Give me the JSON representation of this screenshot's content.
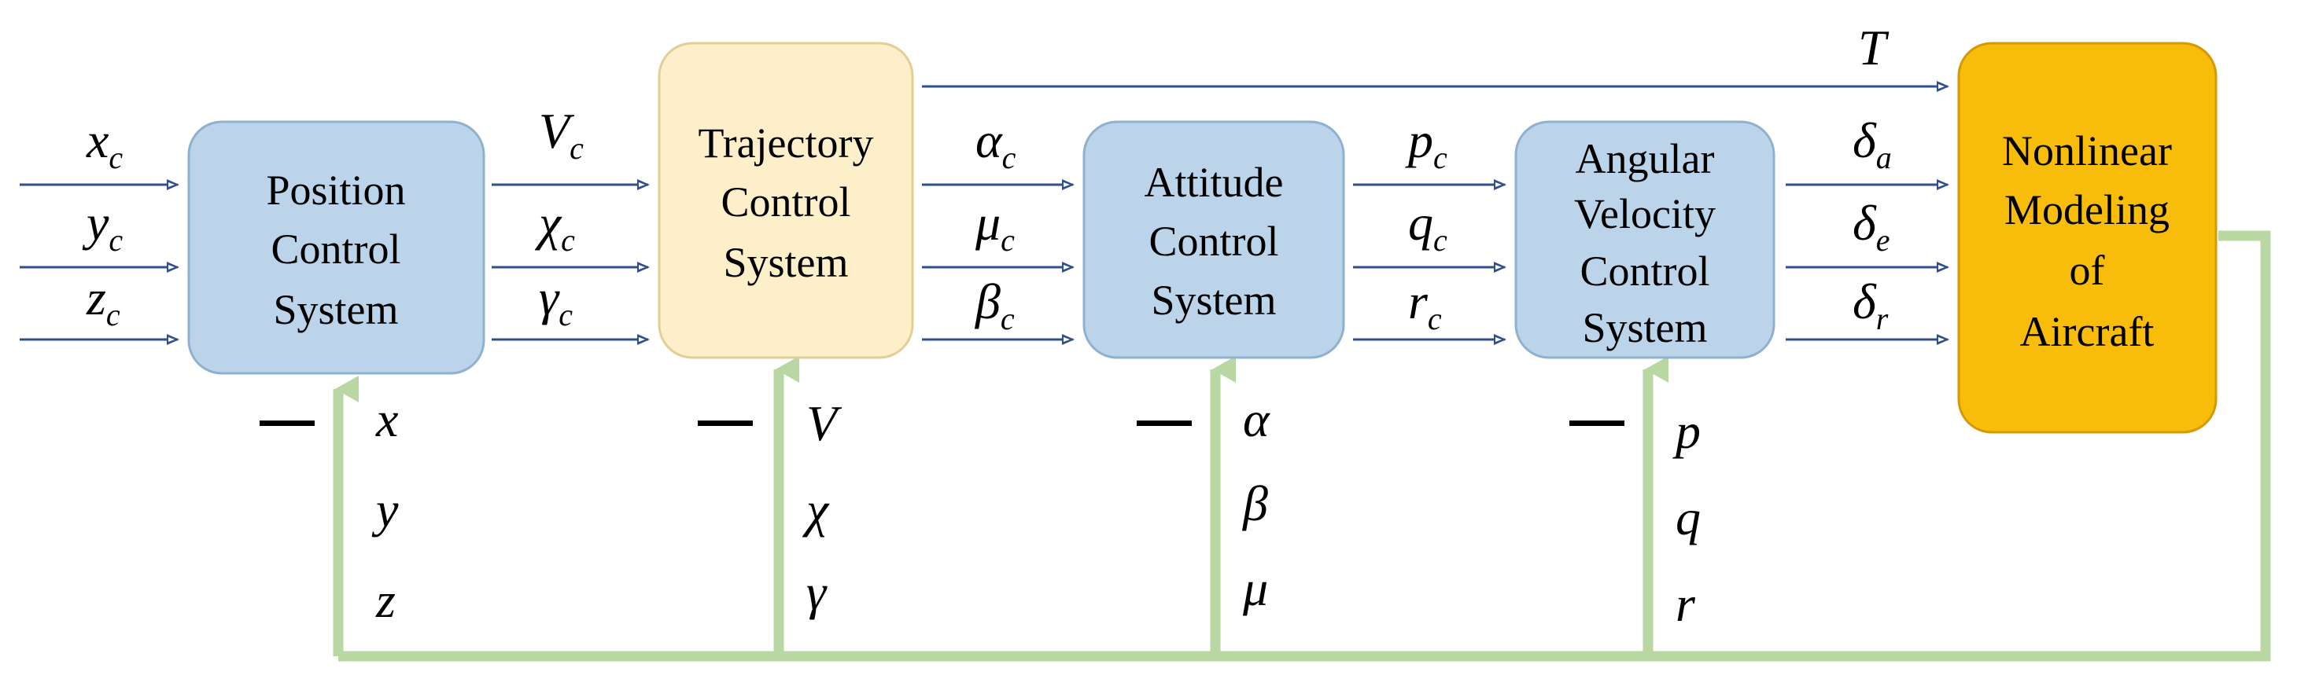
{
  "blocks": {
    "position": [
      "Position",
      "Control",
      "System"
    ],
    "trajectory": [
      "Trajectory",
      "Control",
      "System"
    ],
    "attitude": [
      "Attitude",
      "Control",
      "System"
    ],
    "angular": [
      "Angular",
      "Velocity",
      "Control",
      "System"
    ],
    "aircraft": [
      "Nonlinear",
      "Modeling",
      "of",
      "Aircraft"
    ]
  },
  "inputs": {
    "position": [
      {
        "sym": "x",
        "sub": "c"
      },
      {
        "sym": "y",
        "sub": "c"
      },
      {
        "sym": "z",
        "sub": "c"
      }
    ],
    "trajectory": [
      {
        "sym": "V",
        "sub": "c"
      },
      {
        "sym": "χ",
        "sub": "c"
      },
      {
        "sym": "γ",
        "sub": "c"
      }
    ],
    "attitude": [
      {
        "sym": "α",
        "sub": "c"
      },
      {
        "sym": "μ",
        "sub": "c"
      },
      {
        "sym": "β",
        "sub": "c"
      }
    ],
    "angular": [
      {
        "sym": "p",
        "sub": "c"
      },
      {
        "sym": "q",
        "sub": "c"
      },
      {
        "sym": "r",
        "sub": "c"
      }
    ],
    "aircraft": [
      {
        "sym": "δ",
        "sub": "a"
      },
      {
        "sym": "δ",
        "sub": "e"
      },
      {
        "sym": "δ",
        "sub": "r"
      }
    ]
  },
  "thrust": "T",
  "minus_sign": "—",
  "feedback": {
    "position": [
      "x",
      "y",
      "z"
    ],
    "trajectory": [
      "V",
      "χ",
      "γ"
    ],
    "attitude": [
      "α",
      "β",
      "μ"
    ],
    "angular": [
      "p",
      "q",
      "r"
    ]
  },
  "colors": {
    "control_block": "#bcd4ea",
    "trajectory_block": "#fcefc9",
    "aircraft_block": "#f8bc0a",
    "signal_arrow": "#2f4f8c",
    "feedback_line": "#b8d7a2"
  }
}
